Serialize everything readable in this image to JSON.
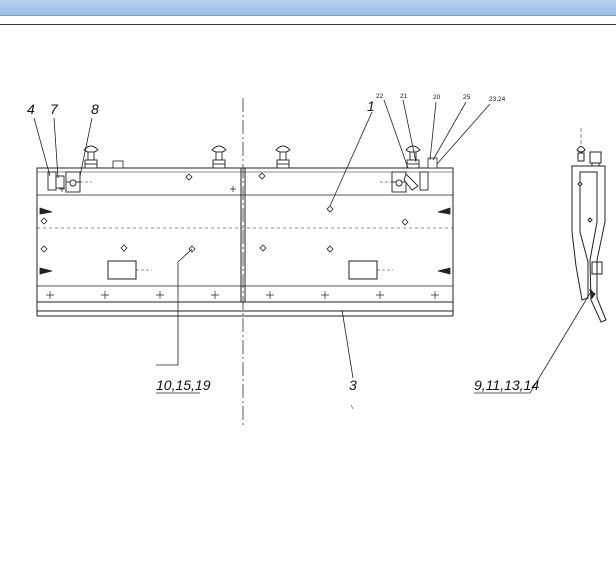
{
  "callouts": {
    "c4": "4",
    "c7": "7",
    "c8": "8",
    "c1": "1",
    "c3": "3",
    "c22": "22",
    "c21": "21",
    "c20": "20",
    "c25": "25",
    "c2324": "23,24",
    "c101519": "10,15,19",
    "c9111314": "9,11,13,14"
  },
  "colors": {
    "title_bar": "#9dbde9",
    "line": "#222222"
  }
}
